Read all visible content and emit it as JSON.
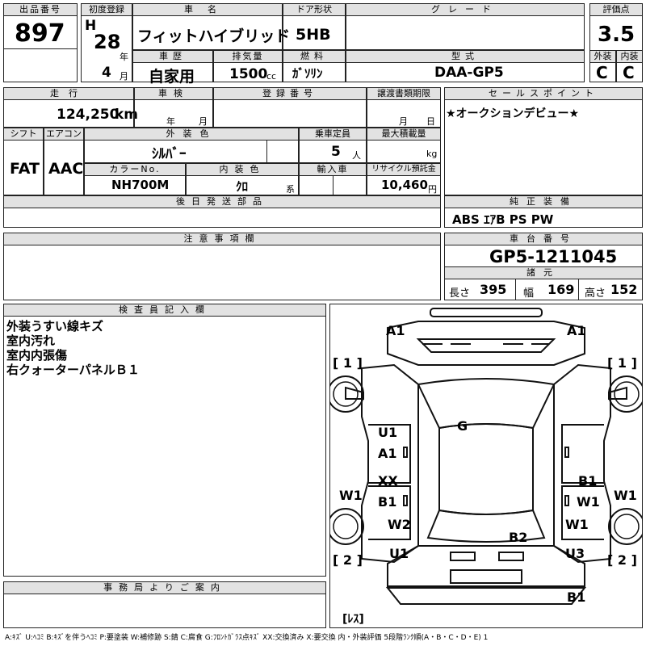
{
  "header": {
    "lot_label": "出品番号",
    "lot_value": "897",
    "first_reg_label": "初度登録",
    "era": "H",
    "reg_year": "28",
    "year_unit": "年",
    "reg_month": "4",
    "month_unit": "月",
    "car_name_label": "車名",
    "car_name": "フィットハイブリッド",
    "history_label": "車歴",
    "history_value": "自家用",
    "displacement_label": "排気量",
    "displacement_value": "1500",
    "displacement_unit": "cc",
    "door_label": "ドア形状",
    "door_value": "5HB",
    "fuel_label": "燃料",
    "fuel_value": "ｶﾞｿﾘﾝ",
    "grade_label": "グレード",
    "grade_value": "",
    "model_label": "型式",
    "model_value": "DAA-GP5",
    "score_label": "評価点",
    "score_value": "3.5",
    "ext_label": "外装",
    "ext_value": "C",
    "int_label": "内装",
    "int_value": "C"
  },
  "row2": {
    "mileage_label": "走行",
    "mileage_value": "124,250",
    "mileage_unit": "km",
    "inspection_label": "車検",
    "inspection_year_unit": "年",
    "inspection_month_unit": "月",
    "regno_label": "登録番号",
    "regno_value": "",
    "transfer_label": "譲渡書類期限",
    "transfer_month_unit": "月",
    "transfer_day_unit": "日",
    "shift_label": "シフト",
    "shift_value": "FAT",
    "ac_label": "エアコン",
    "ac_value": "AAC",
    "extcolor_label": "外装色",
    "extcolor_value": "ｼﾙﾊﾞｰ",
    "colorno_label": "カラーNo.",
    "colorno_value": "NH700M",
    "intcolor_label": "内装色",
    "intcolor_value": "ｸﾛ",
    "intcolor_unit": "系",
    "capacity_label": "乗車定員",
    "capacity_value": "5",
    "capacity_unit": "人",
    "maxload_label": "最大積載量",
    "maxload_unit": "kg",
    "import_label": "輸入車",
    "recycle_label": "リサイクル預託金",
    "recycle_value": "10,460",
    "recycle_unit": "円"
  },
  "sales_point": {
    "label": "セールスポイント",
    "text": "★オークションデビュー★"
  },
  "later_parts": {
    "label": "後日発送部品"
  },
  "genuine_equipment": {
    "label": "純正装備",
    "text": "ABS ｴｱB PS PW"
  },
  "notes": {
    "label": "注意事項欄"
  },
  "chassis": {
    "label": "車台番号",
    "value": "GP5-1211045"
  },
  "specs": {
    "label": "諸元",
    "length_label": "長さ",
    "length_value": "395",
    "width_label": "幅",
    "width_value": "169",
    "height_label": "高さ",
    "height_value": "152"
  },
  "inspector": {
    "label": "検査員記入欄",
    "lines": [
      "外装うすい線キズ",
      "室内汚れ",
      "室内内張傷",
      "右クォーターパネルＢ１"
    ]
  },
  "office": {
    "label": "事務局よりご案内"
  },
  "diagram_marks": {
    "front_left": "A1",
    "front_right": "A1",
    "wheel_fl": "[ 1 ]",
    "wheel_fr": "[ 1 ]",
    "wheel_rl": "[ 2 ]",
    "wheel_rr": "[ 2 ]",
    "roof": "G",
    "left_upper1": "U1",
    "left_upper2": "A1",
    "left_mid1": "XX",
    "left_mid2": "B1",
    "left_outer": "W1",
    "left_rear": "W2",
    "left_bottom": "U1",
    "right_mid1": "B1",
    "right_mid2": "W1",
    "right_outer": "W1",
    "right_rear": "W1",
    "right_bottom": "U3",
    "rear_center": "B2",
    "rear_bumper": "B1",
    "spare": "[ﾚｽ]"
  },
  "legend": "A:ｷｽﾞ U:ﾍｺﾐ B:ｷｽﾞを伴うﾍｺﾐ P:要塗装 W:補修跡 S:錆 C:腐食 G:ﾌﾛﾝﾄｶﾞﾗｽ点ｷｽﾞ XX:交換済み X:要交換  内・外装評価 5段階ﾗﾝｸ順(A・B・C・D・E) 1"
}
